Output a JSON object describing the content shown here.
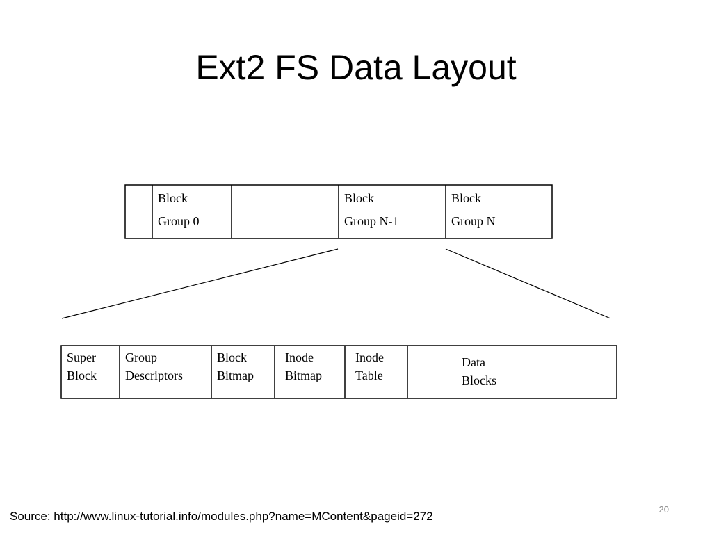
{
  "slide": {
    "title": "Ext2 FS Data Layout",
    "source": "Source: http://www.linux-tutorial.info/modules.php?name=MContent&pageid=272",
    "page_number": "20"
  },
  "diagram": {
    "top_row": {
      "cells": [
        {
          "line1": "",
          "line2": ""
        },
        {
          "line1": "Block",
          "line2": "Group 0"
        },
        {
          "line1": "",
          "line2": ""
        },
        {
          "line1": "Block",
          "line2": "Group N-1"
        },
        {
          "line1": "Block",
          "line2": "Group N"
        }
      ]
    },
    "bottom_row": {
      "cells": [
        {
          "line1": "Super",
          "line2": "Block"
        },
        {
          "line1": "Group",
          "line2": "Descriptors"
        },
        {
          "line1": "Block",
          "line2": "Bitmap"
        },
        {
          "line1": "Inode",
          "line2": "Bitmap"
        },
        {
          "line1": "Inode",
          "line2": "Table"
        },
        {
          "line1": "Data",
          "line2": "Blocks"
        }
      ]
    },
    "colors": {
      "stroke": "#000000",
      "text": "#000000",
      "page_number": "#8c8c8c"
    }
  }
}
